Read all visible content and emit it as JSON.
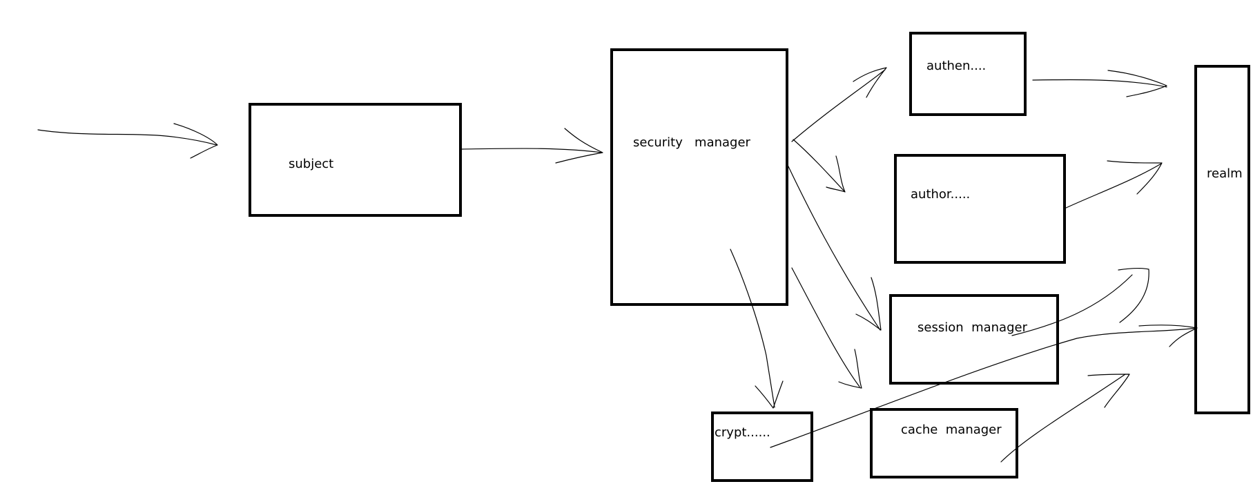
{
  "nodes": {
    "subject": "subject",
    "security_manager": "security   manager",
    "authen": "authen....",
    "author": "author.....",
    "session_manager": "session  manager",
    "crypt": "crypt......",
    "cache_manager": "cache  manager",
    "realm": "realm"
  },
  "style": {
    "stroke_color": "#000000",
    "background": "#ffffff"
  }
}
